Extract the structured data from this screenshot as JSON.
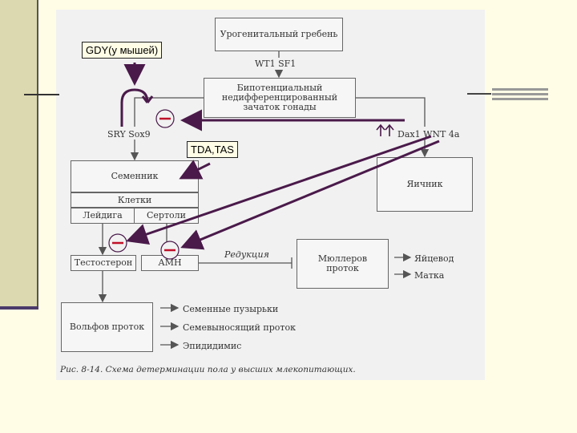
{
  "callouts": {
    "gdy": "GDY(у мышей)",
    "tda": "TDA,TAS"
  },
  "nodes": {
    "ridge": "Урогенитальный гребень",
    "ridge_factors": "WT1  SF1",
    "bipotential": "Бипотенциальный недифференцированный зачаток гонады",
    "sry_sox9": "SRY  Sox9",
    "dax_wnt": "Dax1  WNT 4a",
    "testis": "Семенник",
    "cells": "Клетки",
    "leydig": "Лейдига",
    "sertoli": "Сертоли",
    "ovary": "Яичник",
    "testosterone": "Тестостерон",
    "amh": "АМН",
    "reduction": "Редукция",
    "muller": "Мюллеров проток",
    "oviduct": "Яйцевод",
    "uterus": "Матка",
    "wolff": "Вольфов проток",
    "seminal": "Семенные пузырьки",
    "vas": "Семевыносящий проток",
    "epididymis": "Эпидидимис"
  },
  "caption": {
    "label": "Рис. 8-14.",
    "text": "Схема детерминации пола у высших млекопитающих."
  },
  "colors": {
    "arrow": "#4a1a4a",
    "inhibit_mark": "#c0102a",
    "diagram_line": "#555555"
  }
}
